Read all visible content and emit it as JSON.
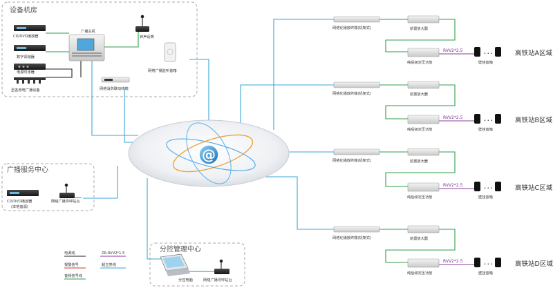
{
  "rooms": {
    "equipment_room": "设备机房",
    "broadcast_service": "广播服务中心",
    "branch_management": "分控管理中心"
  },
  "devices": {
    "cd_dvd_player": "CD/DVD播放器",
    "digital_tuner": "数字调谐器",
    "power_sequencer": "电源时序器",
    "power_broadcast_equipment": "至各用电广播设备",
    "broadcast_host": "广播主机",
    "bell_paging": "钟声话筒",
    "network_monitor_speaker": "网络广播监听音箱",
    "fire_linkage_terminal": "网络消防联动终端",
    "service_cd_player": "CD/DVD播放器",
    "local_source": "(本地音源)",
    "paging_station": "网络广播寻呼站台",
    "branch_pc": "分控电脑",
    "branch_paging_station": "网络广播寻呼站台"
  },
  "zones": [
    {
      "terminal": "网络化播放终端(机架式)",
      "preamp": "前置放大器",
      "amplifier": "纯后级定压功放",
      "cable": "RVV2*2.5",
      "speaker": "壁挂音箱",
      "zone": "高铁站A区域",
      "dots": "• • •"
    },
    {
      "terminal": "网络化播放终端(机架式)",
      "preamp": "前置放大器",
      "amplifier": "纯后级定压功放",
      "cable": "RVV2*2.5",
      "speaker": "壁挂音箱",
      "zone": "高铁站B区域",
      "dots": "• • •"
    },
    {
      "terminal": "网络化播放终端(机架式)",
      "preamp": "前置放大器",
      "amplifier": "纯后级定压功放",
      "cable": "RVV2*2.5",
      "speaker": "壁挂音箱",
      "zone": "高铁站C区域",
      "dots": "• • •"
    },
    {
      "terminal": "网络化播放终端(机架式)",
      "preamp": "前置放大器",
      "amplifier": "纯后级定压功放",
      "cable": "RVV2*2.5",
      "speaker": "壁挂音箱",
      "zone": "高铁站D区域",
      "dots": "• • •"
    }
  ],
  "legend": {
    "power_line": "电源线",
    "speaker_cable": "ZR-RVV2*1.5",
    "alarm_signal": "报警信号",
    "network_line": "超五类线",
    "audio_line": "音频信号线"
  },
  "colors": {
    "network": "#3aa6d8",
    "audio": "#2e9e48",
    "speaker": "#8b3a9e",
    "power": "#222222",
    "alarm": "#d9342b",
    "box_dash": "#aaaaaa"
  }
}
